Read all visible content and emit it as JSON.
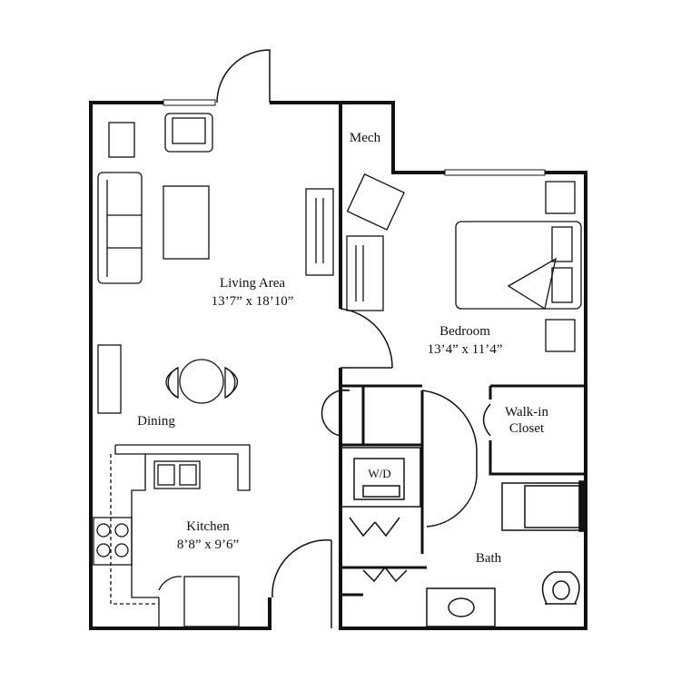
{
  "rooms": {
    "mech": {
      "name": "Mech"
    },
    "living": {
      "name": "Living Area",
      "size": "13’7” x 18’10”"
    },
    "bedroom": {
      "name": "Bedroom",
      "size": "13’4” x 11’4”"
    },
    "dining": {
      "name": "Dining"
    },
    "closet": {
      "name_line1": "Walk-in",
      "name_line2": "Closet"
    },
    "laundry": {
      "name": "W/D"
    },
    "kitchen": {
      "name": "Kitchen",
      "size": "8’8” x 9’6”"
    },
    "bath": {
      "name": "Bath"
    }
  },
  "colors": {
    "wall": "#111111",
    "background": "#ffffff"
  }
}
